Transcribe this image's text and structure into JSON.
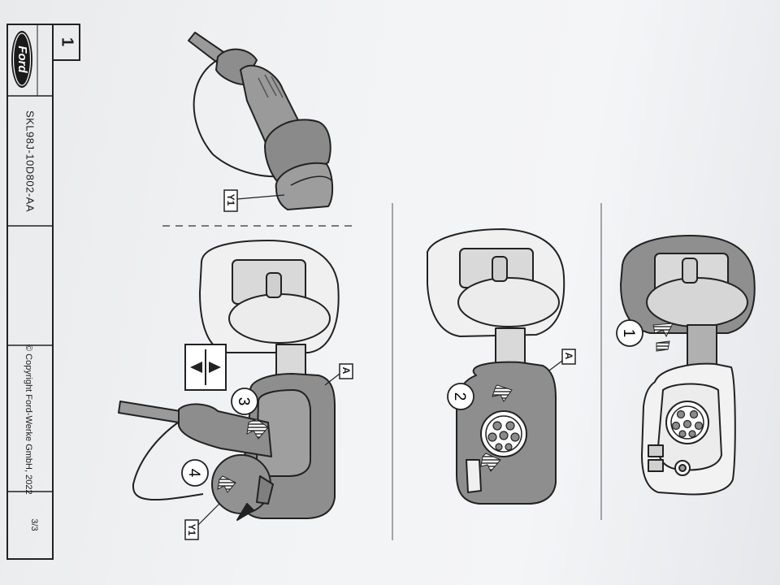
{
  "document": {
    "brand_logo_text": "Ford",
    "sheet_number": "1",
    "document_number": "SKL98J-10D802-AA",
    "copyright": "© Copyright Ford-Werke GmbH, 2022",
    "page_count": "3/3"
  },
  "illustrations": {
    "plug_label": "Y1",
    "flap_label": "A",
    "step_callouts": [
      "1",
      "2",
      "3",
      "4"
    ]
  }
}
